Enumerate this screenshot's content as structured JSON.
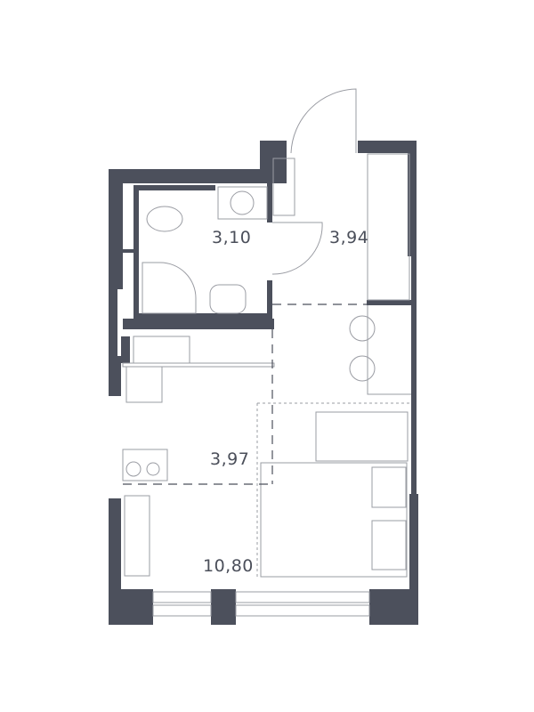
{
  "plan": {
    "wall_color": "#4c505c",
    "line_color": "#9a9ca3",
    "rooms": [
      {
        "id": "bathroom",
        "area": "3,10"
      },
      {
        "id": "hallway",
        "area": "3,94"
      },
      {
        "id": "kitchen",
        "area": "3,97"
      },
      {
        "id": "living",
        "area": "10,80"
      }
    ]
  }
}
